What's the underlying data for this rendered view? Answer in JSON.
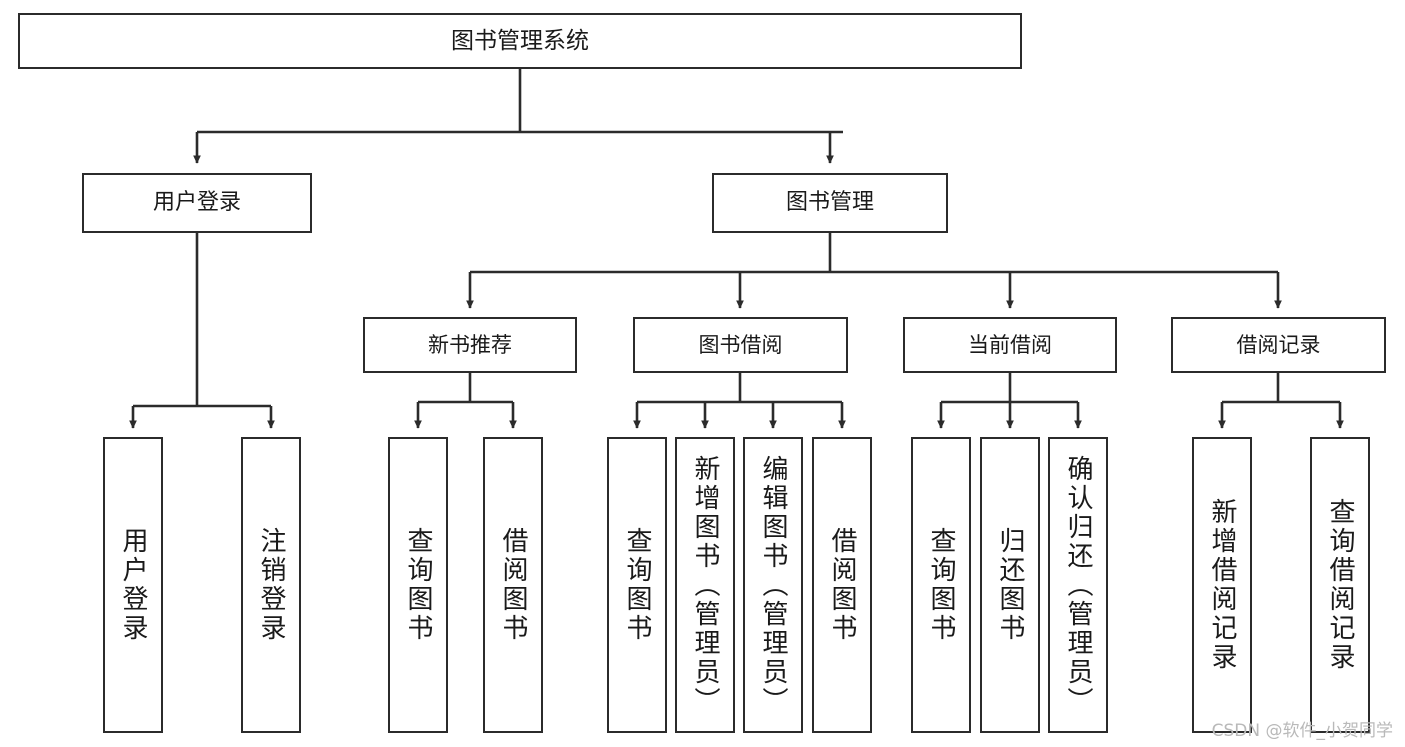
{
  "diagram": {
    "title": "图书管理系统",
    "type": "tree-hierarchy-diagram",
    "root": {
      "id": "root",
      "label": "图书管理系统"
    },
    "level2": [
      {
        "id": "user-login",
        "label": "用户登录"
      },
      {
        "id": "book-manage",
        "label": "图书管理"
      }
    ],
    "level3": [
      {
        "id": "new-book-recommend",
        "label": "新书推荐"
      },
      {
        "id": "book-borrow",
        "label": "图书借阅"
      },
      {
        "id": "current-borrow",
        "label": "当前借阅"
      },
      {
        "id": "borrow-record",
        "label": "借阅记录"
      }
    ],
    "leaves": [
      {
        "id": "leaf-user-login",
        "label": "用户登录",
        "parent": "user-login"
      },
      {
        "id": "leaf-logout-login",
        "label": "注销登录",
        "parent": "user-login"
      },
      {
        "id": "leaf-query-book-1",
        "label": "查询图书",
        "parent": "new-book-recommend"
      },
      {
        "id": "leaf-borrow-book-1",
        "label": "借阅图书",
        "parent": "new-book-recommend"
      },
      {
        "id": "leaf-query-book-2",
        "label": "查询图书",
        "parent": "book-borrow"
      },
      {
        "id": "leaf-add-book",
        "label": "新增图书（管理员）",
        "parent": "book-borrow"
      },
      {
        "id": "leaf-edit-book",
        "label": "编辑图书（管理员）",
        "parent": "book-borrow"
      },
      {
        "id": "leaf-borrow-book-2",
        "label": "借阅图书",
        "parent": "book-borrow"
      },
      {
        "id": "leaf-query-book-3",
        "label": "查询图书",
        "parent": "current-borrow"
      },
      {
        "id": "leaf-return-book",
        "label": "归还图书",
        "parent": "current-borrow"
      },
      {
        "id": "leaf-confirm-return",
        "label": "确认归还（管理员）",
        "parent": "current-borrow"
      },
      {
        "id": "leaf-add-record",
        "label": "新增借阅记录",
        "parent": "borrow-record"
      },
      {
        "id": "leaf-query-record",
        "label": "查询借阅记录",
        "parent": "borrow-record"
      }
    ],
    "colors": {
      "stroke": "#2b2b2b",
      "background": "#ffffff",
      "text": "#1a1a1a",
      "watermark": "#b9b9b9"
    }
  },
  "watermark": {
    "text": "CSDN @软件_小贺同学"
  }
}
